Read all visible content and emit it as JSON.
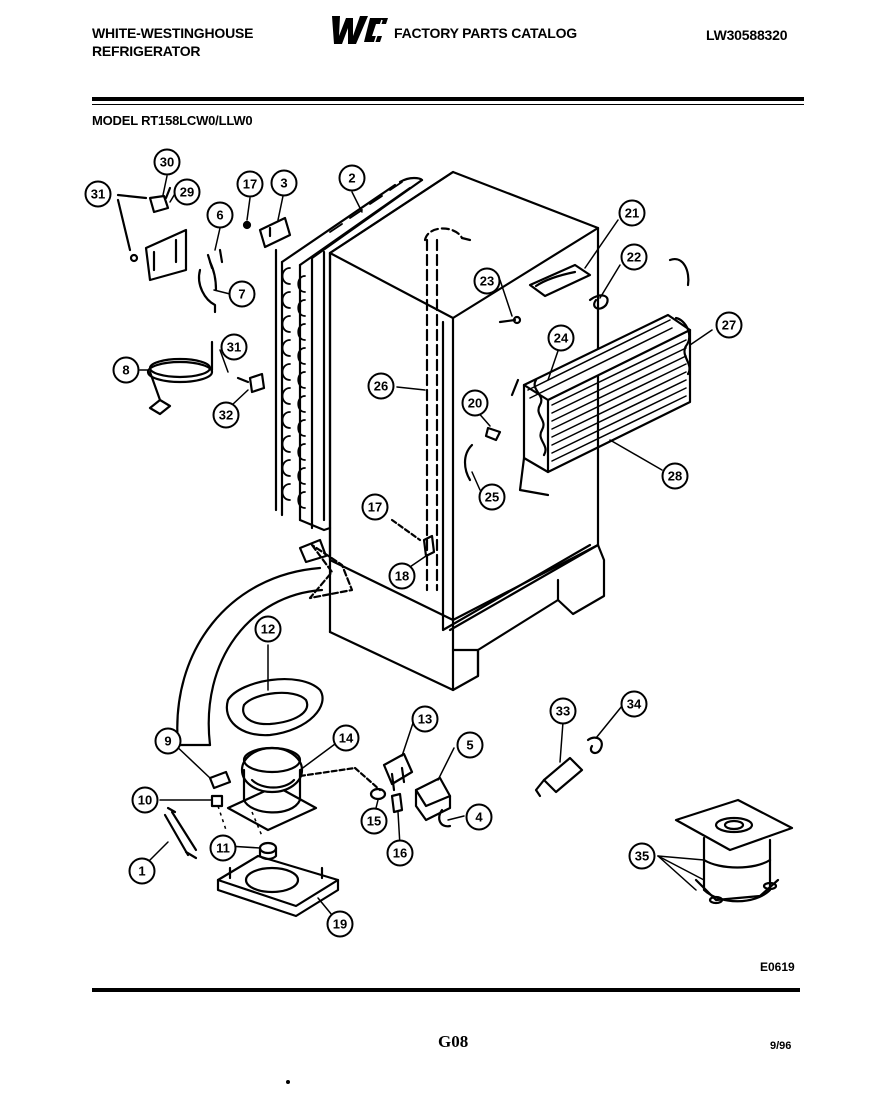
{
  "header": {
    "manufacturer": "WHITE-WESTINGHOUSE",
    "product_type": "REFRIGERATOR",
    "brand": "WCI",
    "catalog_title": "FACTORY PARTS CATALOG",
    "doc_number": "LW30588320",
    "model": "MODEL RT158LCW0/LLW0"
  },
  "diagram": {
    "callouts": [
      "1",
      "2",
      "3",
      "4",
      "5",
      "6",
      "7",
      "8",
      "9",
      "10",
      "11",
      "12",
      "13",
      "14",
      "15",
      "16",
      "17",
      "17",
      "18",
      "19",
      "20",
      "21",
      "22",
      "23",
      "24",
      "25",
      "26",
      "27",
      "28",
      "29",
      "30",
      "31",
      "31",
      "32",
      "33",
      "34",
      "35"
    ]
  },
  "footer": {
    "figure_code": "E0619",
    "page_code": "G08",
    "date": "9/96"
  }
}
